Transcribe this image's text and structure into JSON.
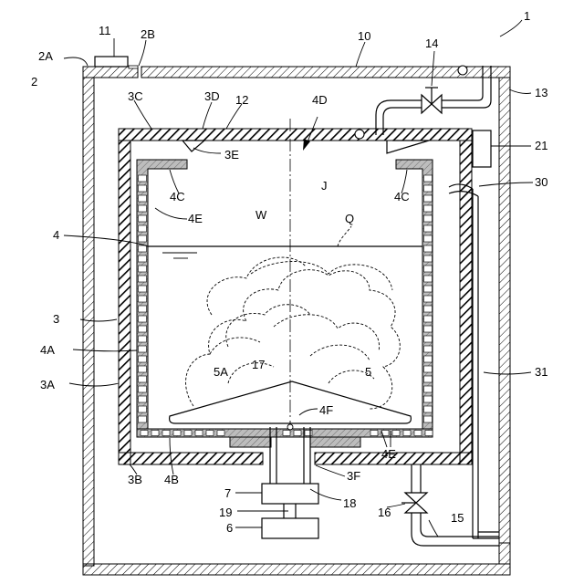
{
  "figure": {
    "labels": {
      "n1": "1",
      "n2": "2",
      "n2A": "2A",
      "n2B": "2B",
      "n3": "3",
      "n3A": "3A",
      "n3B": "3B",
      "n3C": "3C",
      "n3D": "3D",
      "n3E": "3E",
      "n3F": "3F",
      "n4": "4",
      "n4A": "4A",
      "n4B": "4B",
      "n4C_left": "4C",
      "n4C_right": "4C",
      "n4D": "4D",
      "n4E_left": "4E",
      "n4E_right": "4E",
      "n4F": "4F",
      "n5": "5",
      "n5A": "5A",
      "n6": "6",
      "n7": "7",
      "n10": "10",
      "n11": "11",
      "n12": "12",
      "n13": "13",
      "n14": "14",
      "n15": "15",
      "n16": "16",
      "n17": "17",
      "n18": "18",
      "n19": "19",
      "n21": "21",
      "n30": "30",
      "n31": "31",
      "W": "W",
      "Q": "Q",
      "J": "J"
    }
  }
}
